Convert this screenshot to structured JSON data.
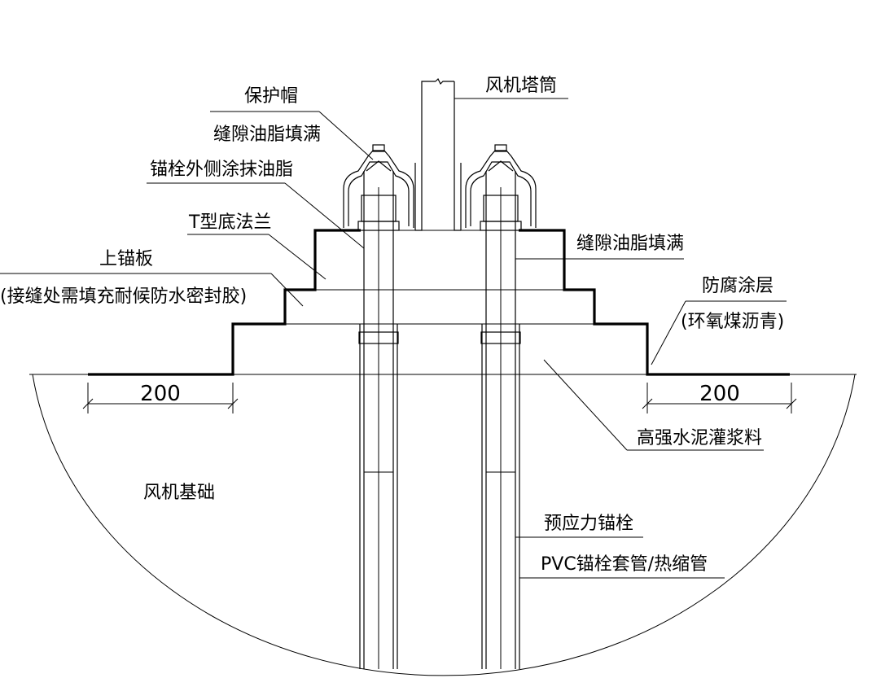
{
  "labels": {
    "protective_cap": "保护帽",
    "gap_grease_top": "缝隙油脂填满",
    "bolt_outer_grease": "锚栓外侧涂抹油脂",
    "t_flange": "T型底法兰",
    "upper_anchor_plate": "上锚板",
    "joint_sealant_note": "(接缝处需填充耐候防水密封胶)",
    "tower_tube": "风机塔筒",
    "gap_grease_right": "缝隙油脂填满",
    "anticorrosion_coating": "防腐涂层",
    "coating_material": "(环氧煤沥青)",
    "grout": "高强水泥灌浆料",
    "foundation": "风机基础",
    "prestressed_bolt": "预应力锚栓",
    "pvc_sleeve": "PVC锚栓套管/热缩管"
  },
  "dimensions": {
    "left": "200",
    "right": "200"
  }
}
